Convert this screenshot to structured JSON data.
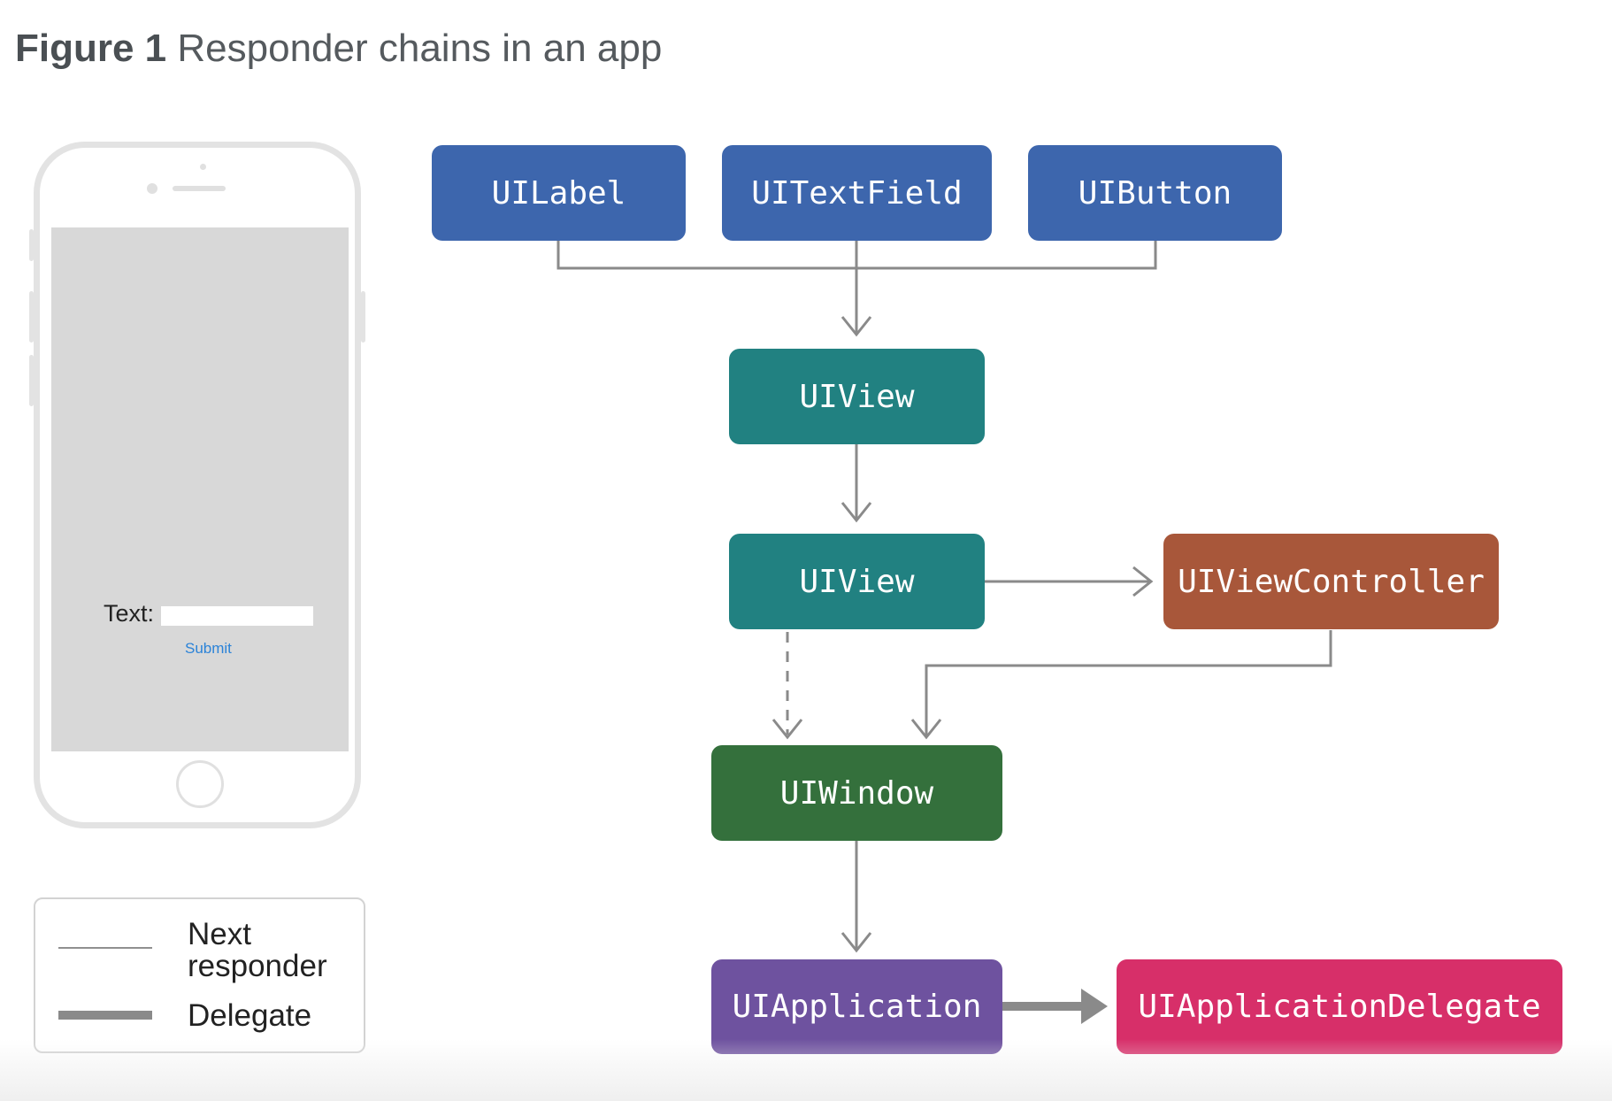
{
  "figure": {
    "number_label": "Figure 1",
    "caption": "Responder chains in an app"
  },
  "phone": {
    "text_label": "Text:",
    "submit_label": "Submit"
  },
  "nodes": {
    "uilabel": "UILabel",
    "uitextfield": "UITextField",
    "uibutton": "UIButton",
    "uiview_1": "UIView",
    "uiview_2": "UIView",
    "uiviewcontroller": "UIViewController",
    "uiwindow": "UIWindow",
    "uiapplication": "UIApplication",
    "uiapplicationdelegate": "UIApplicationDelegate"
  },
  "legend": {
    "next_responder": "Next responder",
    "delegate": "Delegate"
  },
  "colors": {
    "view_subclass": "#3d66ad",
    "view": "#218181",
    "view_controller": "#a8573a",
    "window": "#34703c",
    "application": "#6e529f",
    "app_delegate": "#d72f69",
    "connector": "#8a8a8a"
  }
}
